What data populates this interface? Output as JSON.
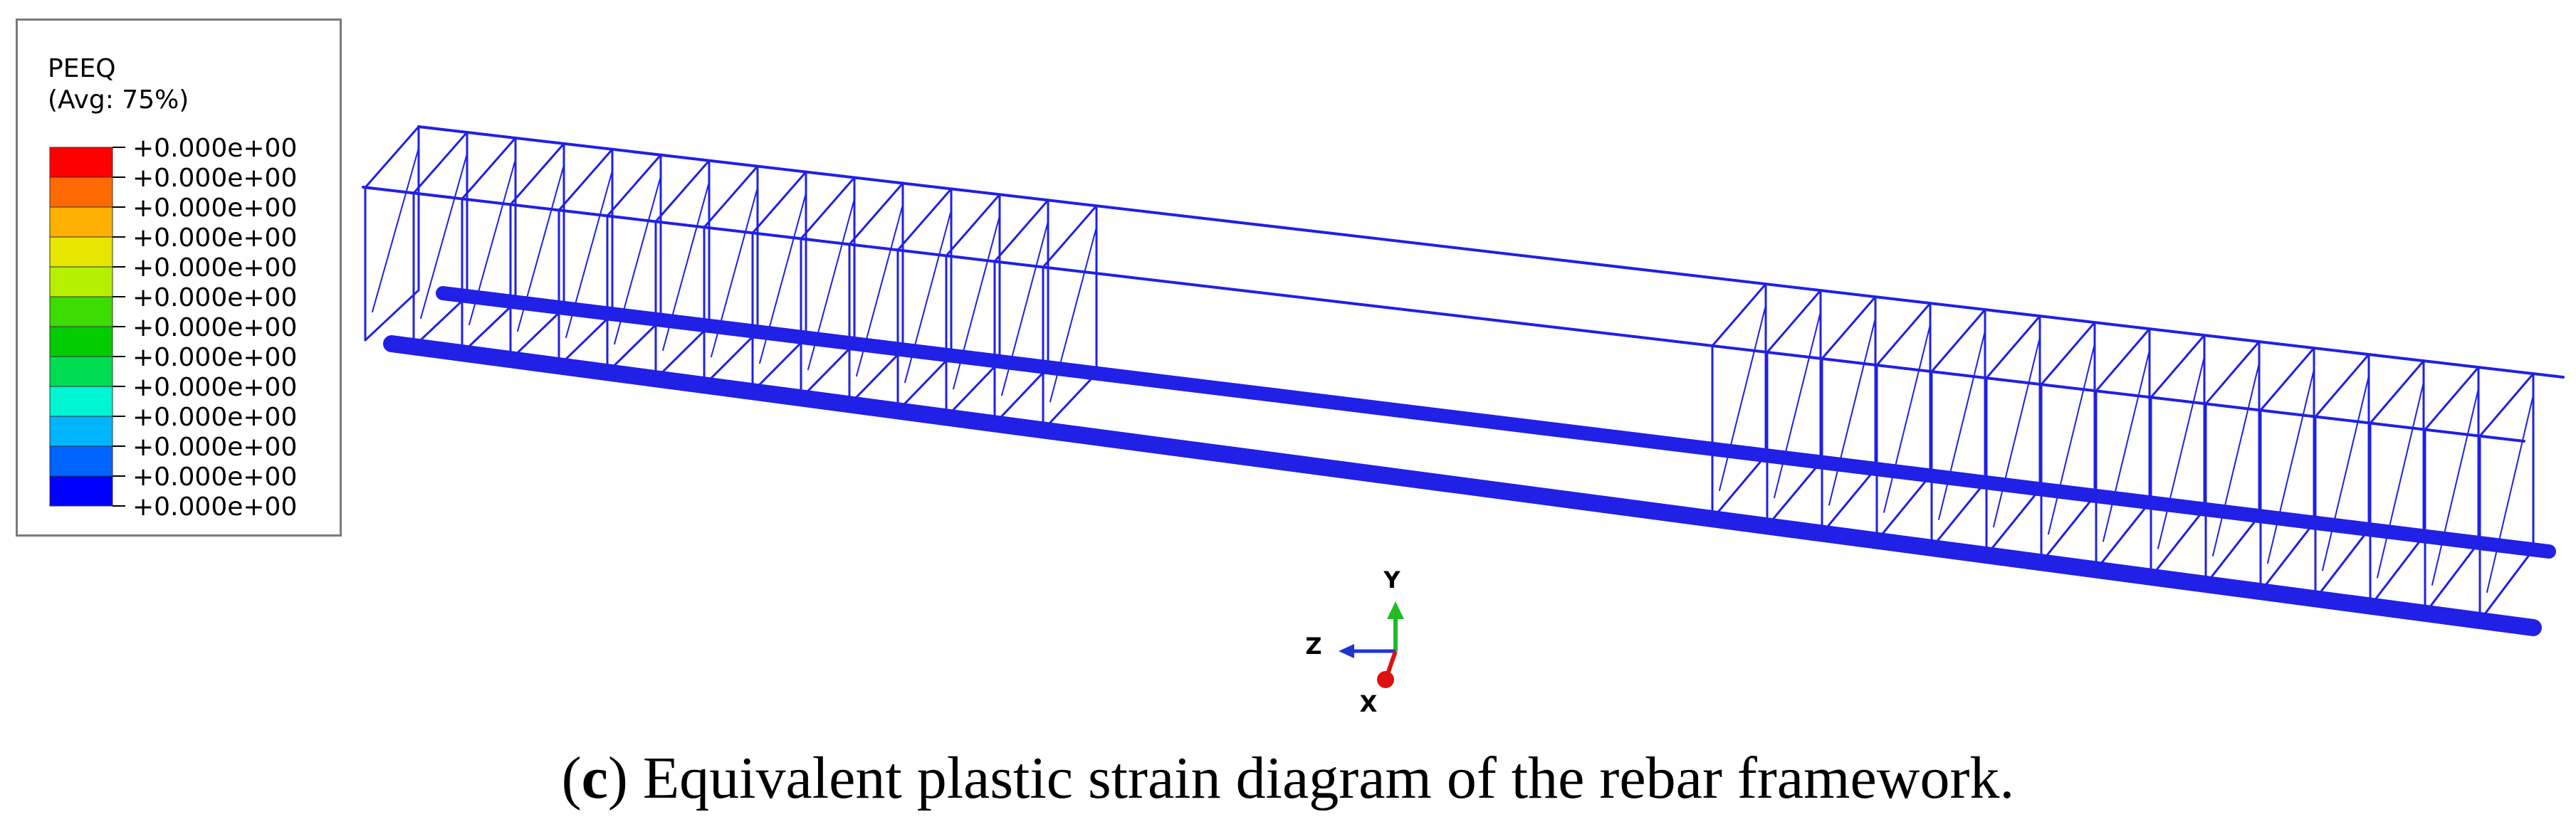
{
  "legend": {
    "variable": "PEEQ",
    "averaging": "(Avg: 75%)",
    "contour_values": [
      "+0.000e+00",
      "+0.000e+00",
      "+0.000e+00",
      "+0.000e+00",
      "+0.000e+00",
      "+0.000e+00",
      "+0.000e+00",
      "+0.000e+00",
      "+0.000e+00",
      "+0.000e+00",
      "+0.000e+00",
      "+0.000e+00",
      "+0.000e+00"
    ],
    "band_colors": [
      "#ff0000",
      "#ff6a00",
      "#ffb000",
      "#e6e600",
      "#b4f000",
      "#3cdc00",
      "#00cc00",
      "#00dc50",
      "#00f5d2",
      "#00b4ff",
      "#0064ff",
      "#0000ff"
    ]
  },
  "model": {
    "rebar_color": "#2020e6"
  },
  "triad": {
    "y_label": "Y",
    "z_label": "Z",
    "x_label": "X",
    "y_color": "#22bb22",
    "z_color": "#2233cc",
    "x_color": "#dd1111"
  },
  "caption": {
    "open_paren": "(",
    "letter": "c",
    "rest": ") Equivalent plastic strain diagram of the rebar framework."
  }
}
